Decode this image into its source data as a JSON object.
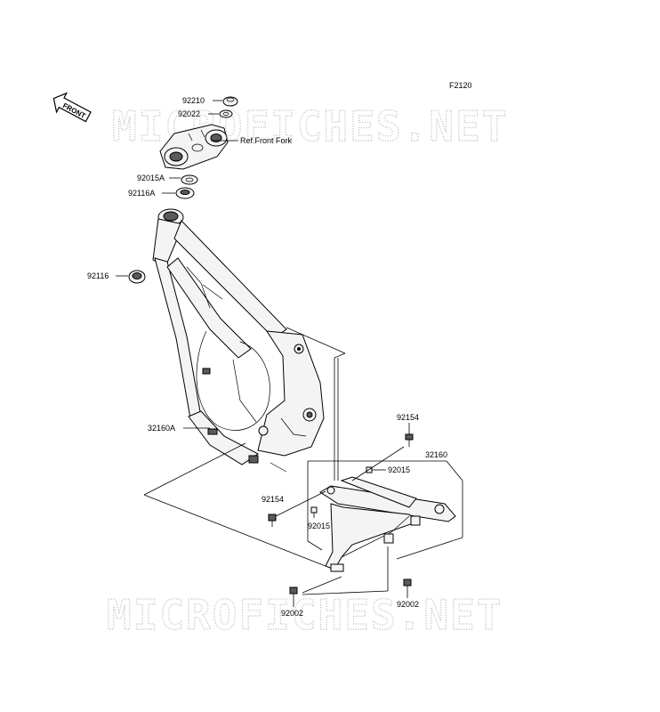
{
  "diagram": {
    "code": "F2120",
    "front_label": "FRONT",
    "watermarks": [
      "MICROFICHES.NET",
      "MICROFICHES.NET"
    ],
    "ref_note": "Ref.Front Fork",
    "labels": {
      "p92210": "92210",
      "p92022": "92022",
      "p92015a": "92015A",
      "p92116a": "92116A",
      "p92116": "92116",
      "p32160a": "32160A",
      "p92154_top": "92154",
      "p32160": "32160",
      "p92015_right": "92015",
      "p92154_left": "92154",
      "p92015_left": "92015",
      "p92002_left": "92002",
      "p92002_right": "92002"
    }
  }
}
